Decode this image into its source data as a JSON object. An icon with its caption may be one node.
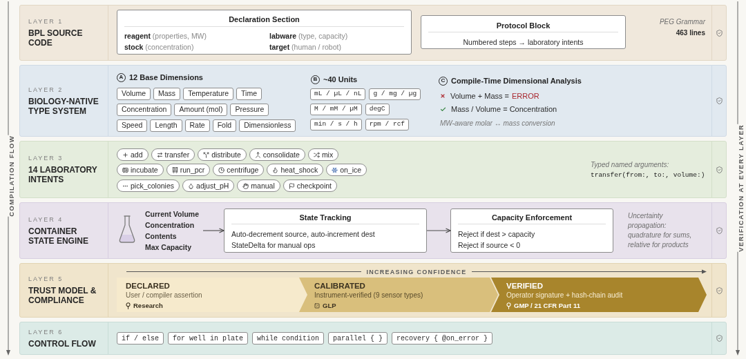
{
  "diagram": {
    "nodes": [
      {
        "text": [
          "LAYER 1",
          "BPL SOURCE CODE",
          "PEG Grammar",
          "463 lines"
        ]
      },
      {
        "text": [
          "Declaration Section",
          "**reagent** (properties, MW)",
          "**labware** (type, capacity)",
          "**stock** (concentration)",
          "**target** (human / robot)"
        ],
        "in": 0
      },
      {
        "text": [
          "Protocol Block",
          "Numbered steps → laboratory intents"
        ],
        "in": 0
      },
      {
        "text": [
          "LAYER 2",
          "BIOLOGY-NATIVE TYPE SYSTEM",
          "Volume + Mass =",
          "ERROR",
          "Mass / Volume = Concentration",
          "MW-aware molar ↔ mass conversion"
        ]
      },
      {
        "text": [
          "A"
        ],
        "in": 3,
        "beside": [
          "12 Base Dimensions"
        ]
      },
      {
        "text": [
          "Volume"
        ],
        "in": 3
      },
      {
        "text": [
          "Mass"
        ],
        "in": 3
      },
      {
        "text": [
          "Temperature"
        ],
        "in": 3
      },
      {
        "text": [
          "Time"
        ],
        "in": 3
      },
      {
        "text": [
          "Concentration"
        ],
        "in": 3
      },
      {
        "text": [
          "Amount (mol)"
        ],
        "in": 3
      },
      {
        "text": [
          "Pressure"
        ],
        "in": 3
      },
      {
        "text": [
          "Speed"
        ],
        "in": 3
      },
      {
        "text": [
          "Length"
        ],
        "in": 3
      },
      {
        "text": [
          "Rate"
        ],
        "in": 3
      },
      {
        "text": [
          "Fold"
        ],
        "in": 3
      },
      {
        "text": [
          "Dimensionless"
        ],
        "in": 3
      },
      {
        "text": [
          "B"
        ],
        "in": 3,
        "beside": [
          "~40 Units"
        ]
      },
      {
        "text": [
          "mL / µL / nL"
        ],
        "in": 3
      },
      {
        "text": [
          "g / mg / µg"
        ],
        "in": 3
      },
      {
        "text": [
          "M / mM / µM"
        ],
        "in": 3
      },
      {
        "text": [
          "degC"
        ],
        "in": 3
      },
      {
        "text": [
          "min / s / h"
        ],
        "in": 3
      },
      {
        "text": [
          "rpm / rcf"
        ],
        "in": 3
      },
      {
        "text": [
          "C"
        ],
        "in": 3,
        "beside": [
          "Compile-Time Dimensional Analysis"
        ]
      },
      {
        "text": [
          "LAYER 3",
          "14 LABORATORY INTENTS",
          "Typed named arguments:",
          "transfer(from:, to:, volume:)"
        ]
      },
      {
        "text": [
          "add"
        ],
        "in": 25
      },
      {
        "text": [
          "transfer"
        ],
        "in": 25
      },
      {
        "text": [
          "distribute"
        ],
        "in": 25
      },
      {
        "text": [
          "consolidate"
        ],
        "in": 25
      },
      {
        "text": [
          "mix"
        ],
        "in": 25
      },
      {
        "text": [
          "incubate"
        ],
        "in": 25
      },
      {
        "text": [
          "run_pcr"
        ],
        "in": 25
      },
      {
        "text": [
          "centrifuge"
        ],
        "in": 25
      },
      {
        "text": [
          "heat_shock"
        ],
        "in": 25
      },
      {
        "text": [
          "on_ice"
        ],
        "in": 25
      },
      {
        "text": [
          "pick_colonies"
        ],
        "in": 25
      },
      {
        "text": [
          "adjust_pH"
        ],
        "in": 25
      },
      {
        "text": [
          "manual"
        ],
        "in": 25
      },
      {
        "text": [
          "checkpoint"
        ],
        "in": 25
      },
      {
        "text": [
          "LAYER 4",
          "CONTAINER STATE ENGINE",
          "Uncertainty propagation: quadrature for sums, relative for products"
        ]
      },
      {
        "text": [
          "Current Volume",
          "Concentration",
          "Contents",
          "Max Capacity"
        ],
        "in": 40
      },
      {
        "text": [
          "State Tracking",
          "Auto-decrement source, auto-increment dest",
          "StateDelta for manual ops"
        ],
        "in": 40
      },
      {
        "text": [
          "Capacity Enforcement",
          "Reject if dest > capacity",
          "Reject if source < 0"
        ],
        "in": 40
      },
      {
        "text": [
          "LAYER 5",
          "TRUST MODEL & COMPLIANCE",
          "INCREASING CONFIDENCE"
        ]
      },
      {
        "text": [
          "DECLARED",
          "User / compiler assertion",
          "Research"
        ],
        "in": 44
      },
      {
        "text": [
          "CALIBRATED",
          "Instrument-verified (9 sensor types)",
          "GLP"
        ],
        "in": 44
      },
      {
        "text": [
          "VERIFIED",
          "Operator signature + hash-chain audit",
          "GMP / 21 CFR Part 11"
        ],
        "in": 44
      },
      {
        "text": [
          "LAYER 6",
          "CONTROL FLOW"
        ]
      },
      {
        "text": [
          "if / else"
        ],
        "in": 48
      },
      {
        "text": [
          "for well in plate"
        ],
        "in": 48
      },
      {
        "text": [
          "while condition"
        ],
        "in": 48
      },
      {
        "text": [
          "parallel { }"
        ],
        "in": 48
      },
      {
        "text": [
          "recovery { @on_error }"
        ],
        "in": 48
      }
    ],
    "edges": [
      {
        "from": 41,
        "to": 42,
        "arrow": "to"
      },
      {
        "from": 42,
        "to": 43,
        "arrow": "to"
      }
    ],
    "labels": [
      "COMPILATION FLOW",
      "VERIFICATION AT EVERY LAYER"
    ]
  }
}
